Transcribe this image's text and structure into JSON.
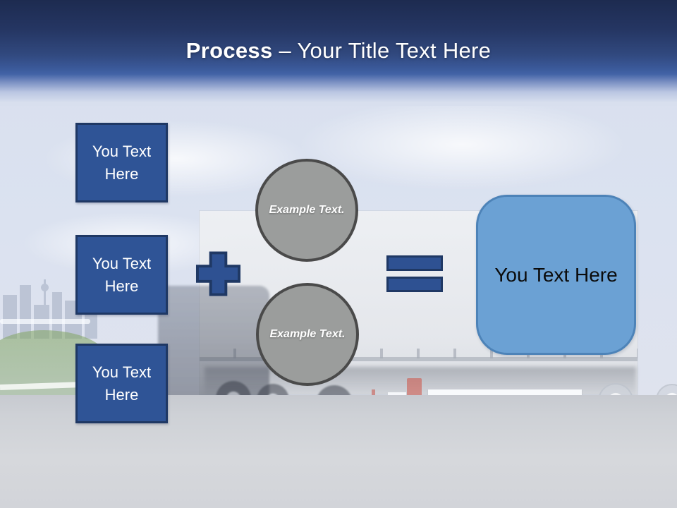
{
  "header": {
    "title_emphasis": "Process",
    "title_rest": "– Your Title Text Here"
  },
  "diagram": {
    "steps": [
      {
        "label": "You Text Here"
      },
      {
        "label": "You Text Here"
      },
      {
        "label": "You Text Here"
      }
    ],
    "examples": [
      {
        "label": "Example Text."
      },
      {
        "label": "Example Text."
      }
    ],
    "result": {
      "label": "You Text Here"
    },
    "icons": {
      "plus": "plus-icon",
      "equals": "equals-icon"
    }
  },
  "colors": {
    "header_gradient_top": "#1D2B50",
    "header_gradient_bottom": "#4263A6",
    "title_text": "#FFFFFF",
    "step_fill": "#2F5496",
    "step_border": "#1F3864",
    "operator_fill": "#2E5192",
    "operator_border": "#1F3864",
    "example_fill": "#9B9D9C",
    "example_border": "#4A4A4A",
    "result_fill": "#6BA1D4",
    "result_border": "#4D83B8",
    "result_text": "#000000"
  }
}
